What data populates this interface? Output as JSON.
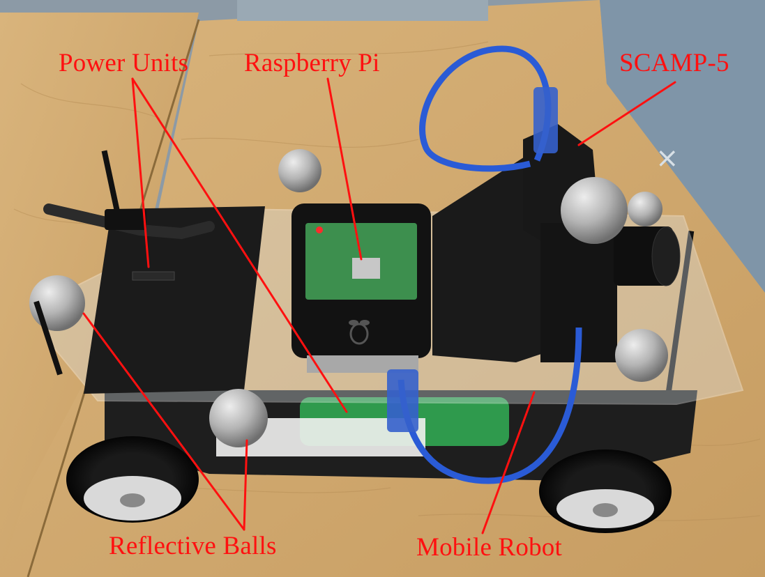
{
  "labels": {
    "power_units": "Power Units",
    "raspberry_pi": "Raspberry Pi",
    "scamp": "SCAMP-5",
    "reflective_balls": "Reflective Balls",
    "mobile_robot": "Mobile Robot"
  },
  "colors": {
    "annotation": "#ff1010",
    "desk": "#c9a46a",
    "floor": "#8a9aa8",
    "chassis": "#1c1c1c",
    "usb_cable": "#2a5bd6",
    "battery": "#2f9a4d",
    "marker_ball": "#b9b9b9"
  },
  "icons": [
    "raspberry-logo-icon"
  ]
}
